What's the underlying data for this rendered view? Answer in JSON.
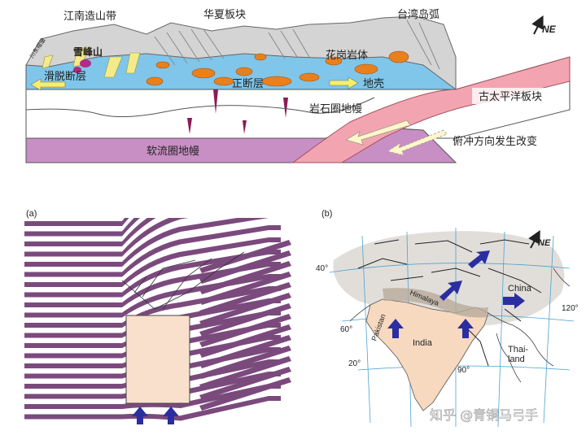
{
  "top": {
    "labels": {
      "jiangnan": "江南造山带",
      "huaxia": "华夏板块",
      "taiwan": "台湾岛弧",
      "xuefeng": "雪峰山",
      "chuan": "川东褶皱",
      "huagang": "花岗岩体",
      "huatuo": "滑脱断层",
      "zheng": "正断层",
      "diqiao": "地壳",
      "yanshi": "岩石圈地幔",
      "guta": "古太平洋板块",
      "fuchong": "俯冲方向发生改变",
      "ruanliu": "软流圈地幔",
      "ne": "NE"
    },
    "colors": {
      "crust": "#7fc6ea",
      "orange": "#e8801e",
      "slab": "#f2a5b0",
      "asth": "#c88fc4",
      "yellow": "#f3eb8a",
      "topo": "#cfcfcf"
    }
  },
  "panel_a": {
    "label": "(a)",
    "colors": {
      "stripe": "#7b4a7d",
      "block": "#f9e0cc",
      "arrow": "#2b2ea0"
    }
  },
  "panel_b": {
    "label": "(b)",
    "places": {
      "china": "China",
      "himalaya": "Himalaya",
      "pakistan": "Pakistan",
      "india": "India",
      "thailand1": "Thai-",
      "thailand2": "land"
    },
    "coords": {
      "lat40": "40°",
      "lat20": "20°",
      "lon60": "60°",
      "lon90": "90°",
      "lon120": "120°"
    },
    "ne": "NE",
    "colors": {
      "india": "#f7d9c0",
      "belt": "#b8aa9a",
      "grid": "#4aa3d3",
      "arrow": "#2b2ea0"
    }
  },
  "watermark": "知乎 @青铜马弓手"
}
